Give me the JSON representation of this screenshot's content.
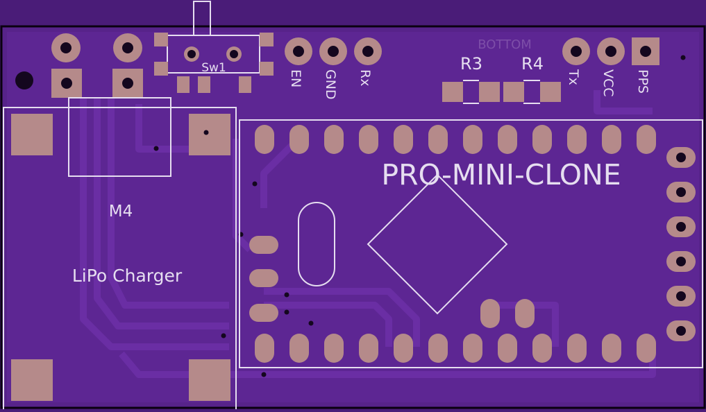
{
  "colors": {
    "background": "#4a1c78",
    "board": "#57238a",
    "copper": "#62299a",
    "trace": "#6a2ea4",
    "pad": "#b58a8a",
    "silk": "#e6def0",
    "outline": "#0a0010",
    "hole": "#14071e",
    "bottom_text": "#7d4ea8"
  },
  "labels": {
    "bottom": "BOTTOM",
    "sw1": "Sw1",
    "en": "EN",
    "gnd": "GND",
    "rx": "Rx",
    "r3": "R3",
    "r4": "R4",
    "tx": "Tx",
    "vcc": "VCC",
    "pps": "PPS",
    "m4": "M4",
    "lipo": "LiPo Charger",
    "pro_mini": "PRO-MINI-CLONE"
  }
}
